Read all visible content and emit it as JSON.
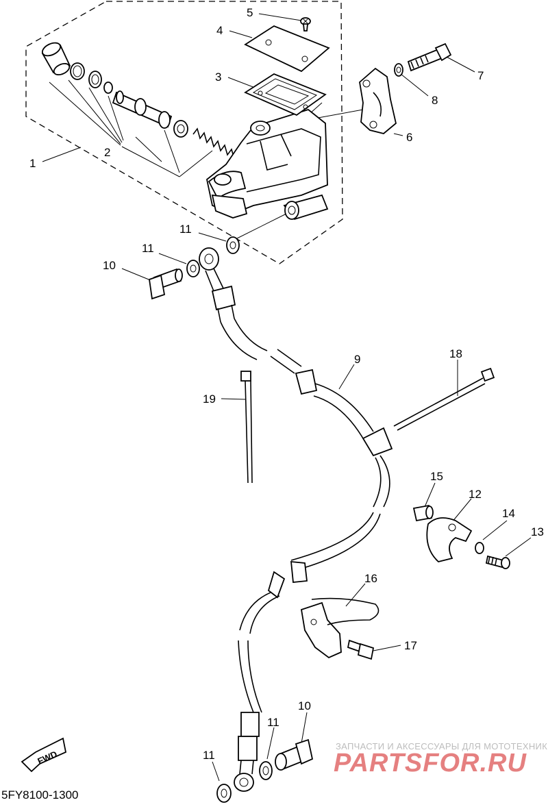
{
  "diagram": {
    "callouts": [
      {
        "id": "callout-1",
        "label": "1"
      },
      {
        "id": "callout-2",
        "label": "2"
      },
      {
        "id": "callout-3",
        "label": "3"
      },
      {
        "id": "callout-4",
        "label": "4"
      },
      {
        "id": "callout-5",
        "label": "5"
      },
      {
        "id": "callout-6",
        "label": "6"
      },
      {
        "id": "callout-7",
        "label": "7"
      },
      {
        "id": "callout-8",
        "label": "8"
      },
      {
        "id": "callout-9",
        "label": "9"
      },
      {
        "id": "callout-10-top",
        "label": "10"
      },
      {
        "id": "callout-10-bottom",
        "label": "10"
      },
      {
        "id": "callout-11-a",
        "label": "11"
      },
      {
        "id": "callout-11-b",
        "label": "11"
      },
      {
        "id": "callout-11-c",
        "label": "11"
      },
      {
        "id": "callout-11-d",
        "label": "11"
      },
      {
        "id": "callout-12",
        "label": "12"
      },
      {
        "id": "callout-13",
        "label": "13"
      },
      {
        "id": "callout-14",
        "label": "14"
      },
      {
        "id": "callout-15",
        "label": "15"
      },
      {
        "id": "callout-16",
        "label": "16"
      },
      {
        "id": "callout-17",
        "label": "17"
      },
      {
        "id": "callout-18",
        "label": "18"
      },
      {
        "id": "callout-19",
        "label": "19"
      }
    ],
    "part_code": "5FY8100-1300",
    "fwd_label": "FWD"
  },
  "watermark": {
    "tagline": "ЗАПЧАСТИ И АКСЕССУАРЫ ДЛЯ МОТОТЕХНИКИ",
    "brand": "PARTSFOR.RU",
    "color": "#e58080"
  }
}
